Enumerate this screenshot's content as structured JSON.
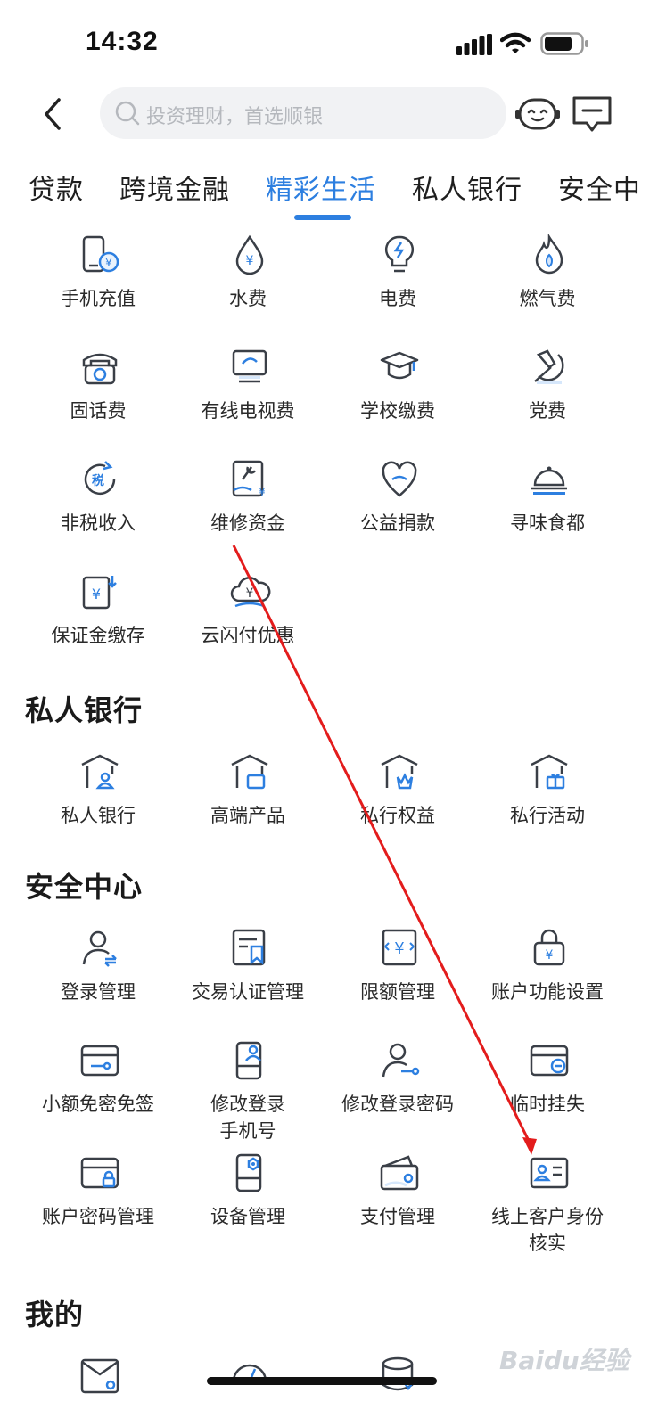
{
  "status_bar": {
    "time": "14:32"
  },
  "nav": {
    "search_placeholder": "投资理财，首选顺银"
  },
  "tabs": [
    {
      "label": "贷款"
    },
    {
      "label": "跨境金融"
    },
    {
      "label": "精彩生活",
      "active": true
    },
    {
      "label": "私人银行"
    },
    {
      "label": "安全中"
    }
  ],
  "life": {
    "items": [
      {
        "label": "手机充值",
        "icon": "phone-recharge-icon"
      },
      {
        "label": "水费",
        "icon": "water-bill-icon"
      },
      {
        "label": "电费",
        "icon": "electricity-bill-icon"
      },
      {
        "label": "燃气费",
        "icon": "gas-bill-icon"
      },
      {
        "label": "固话费",
        "icon": "landline-bill-icon"
      },
      {
        "label": "有线电视费",
        "icon": "cable-tv-icon"
      },
      {
        "label": "学校缴费",
        "icon": "school-fee-icon"
      },
      {
        "label": "党费",
        "icon": "party-fee-icon"
      },
      {
        "label": "非税收入",
        "icon": "non-tax-icon"
      },
      {
        "label": "维修资金",
        "icon": "maintenance-fund-icon"
      },
      {
        "label": "公益捐款",
        "icon": "donation-icon"
      },
      {
        "label": "寻味食都",
        "icon": "food-icon"
      },
      {
        "label": "保证金缴存",
        "icon": "deposit-icon"
      },
      {
        "label": "云闪付优惠",
        "icon": "cloud-pay-icon"
      }
    ]
  },
  "private_banking": {
    "title": "私人银行",
    "items": [
      {
        "label": "私人银行",
        "icon": "private-bank-icon"
      },
      {
        "label": "高端产品",
        "icon": "premium-product-icon"
      },
      {
        "label": "私行权益",
        "icon": "private-benefit-icon"
      },
      {
        "label": "私行活动",
        "icon": "private-event-icon"
      }
    ]
  },
  "security": {
    "title": "安全中心",
    "items": [
      {
        "label": "登录管理",
        "icon": "login-manage-icon"
      },
      {
        "label": "交易认证管理",
        "icon": "transaction-auth-icon"
      },
      {
        "label": "限额管理",
        "icon": "limit-manage-icon"
      },
      {
        "label": "账户功能设置",
        "icon": "account-settings-icon"
      },
      {
        "label": "小额免密免签",
        "icon": "small-payment-icon"
      },
      {
        "label": "修改登录手机号",
        "label_lines": [
          "修改登录",
          "手机号"
        ],
        "icon": "change-phone-icon"
      },
      {
        "label": "修改登录密码",
        "icon": "change-password-icon"
      },
      {
        "label": "临时挂失",
        "icon": "temp-loss-icon"
      },
      {
        "label": "账户密码管理",
        "icon": "account-password-icon"
      },
      {
        "label": "设备管理",
        "icon": "device-manage-icon"
      },
      {
        "label": "支付管理",
        "icon": "payment-manage-icon"
      },
      {
        "label": "线上客户身份核实",
        "label_lines": [
          "线上客户身份",
          "核实"
        ],
        "icon": "identity-verify-icon"
      }
    ]
  },
  "mine": {
    "title": "我的"
  },
  "watermark": "Baidu经验",
  "colors": {
    "accent": "#2d7fe0",
    "icon_dark": "#3a3f47",
    "arrow": "#e31c1c"
  }
}
